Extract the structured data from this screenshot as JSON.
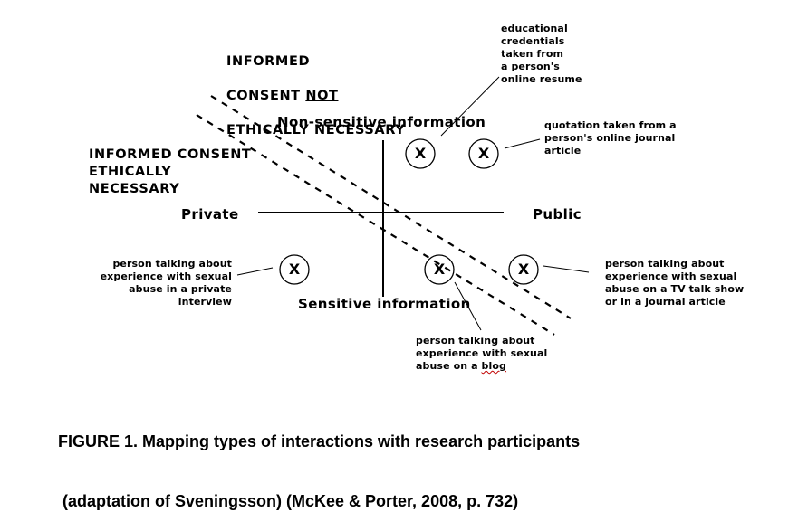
{
  "header": {
    "consent_not_line1": "INFORMED",
    "consent_not_line2_pre": "CONSENT ",
    "consent_not_line2_not": "NOT",
    "consent_not_line3": "ETHICALLY NECESSARY",
    "consent_necessary": "INFORMED CONSENT\nETHICALLY\nNECESSARY"
  },
  "axes": {
    "top": "Non-sensitive information",
    "bottom": "Sensitive information",
    "left": "Private",
    "right": "Public"
  },
  "marks": {
    "symbol": "X",
    "items": [
      {
        "id": "resume",
        "quadrant": "non-sensitive-public"
      },
      {
        "id": "journal",
        "quadrant": "non-sensitive-public"
      },
      {
        "id": "private-interview",
        "quadrant": "sensitive-private"
      },
      {
        "id": "blog",
        "quadrant": "sensitive-public"
      },
      {
        "id": "tv",
        "quadrant": "sensitive-public"
      }
    ]
  },
  "annotations": {
    "resume": "educational\ncredentials\ntaken from\na person's\nonline resume",
    "journal": "quotation taken from a\nperson's online journal\narticle",
    "private_interview": "person talking about\nexperience with sexual\nabuse in a private interview",
    "tv": "person talking about\nexperience with sexual\nabuse on a TV talk show\nor in a journal article",
    "blog_pre": "person talking about\nexperience with sexual\nabuse on a ",
    "blog_word": "blog"
  },
  "caption": {
    "line1": "FIGURE 1. Mapping types of interactions with research participants",
    "line2": " (adaptation of Sveningsson) (McKee & Porter, 2008, p. 732)"
  },
  "colors": {
    "ink": "#000000",
    "spellcheck_underline": "#c00000"
  }
}
